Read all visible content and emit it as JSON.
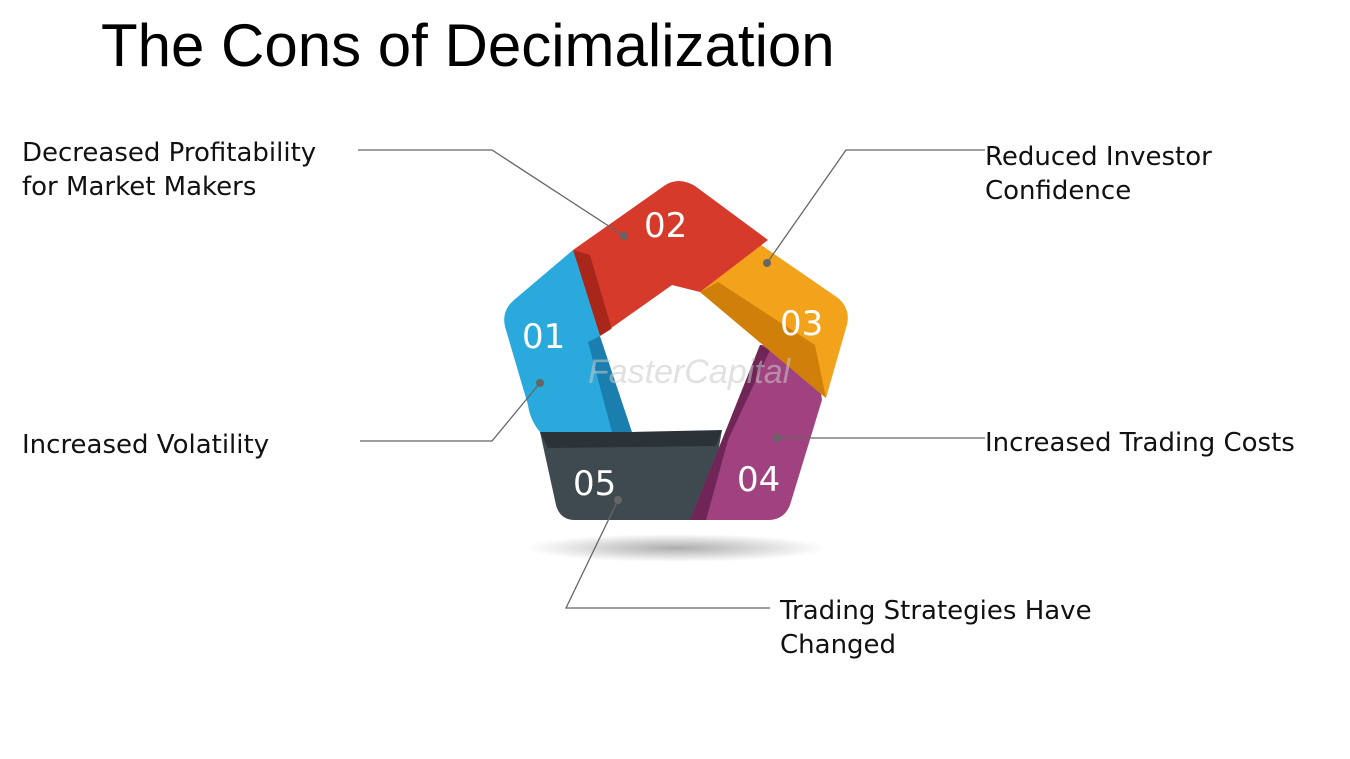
{
  "title": "The Cons of Decimalization",
  "items": [
    {
      "number": "01",
      "label_line1": "Increased Volatility",
      "label_line2": "",
      "color": "#29a9dc"
    },
    {
      "number": "02",
      "label_line1": "Decreased Profitability",
      "label_line2": "for Market Makers",
      "color": "#d63a2a"
    },
    {
      "number": "03",
      "label_line1": "Reduced Investor",
      "label_line2": "Confidence",
      "color": "#f3a21b"
    },
    {
      "number": "04",
      "label_line1": "Increased Trading Costs",
      "label_line2": "",
      "color": "#a0427f"
    },
    {
      "number": "05",
      "label_line1": "Trading Strategies Have",
      "label_line2": "Changed",
      "color": "#3f4a50"
    }
  ],
  "watermark": "FasterCapital"
}
